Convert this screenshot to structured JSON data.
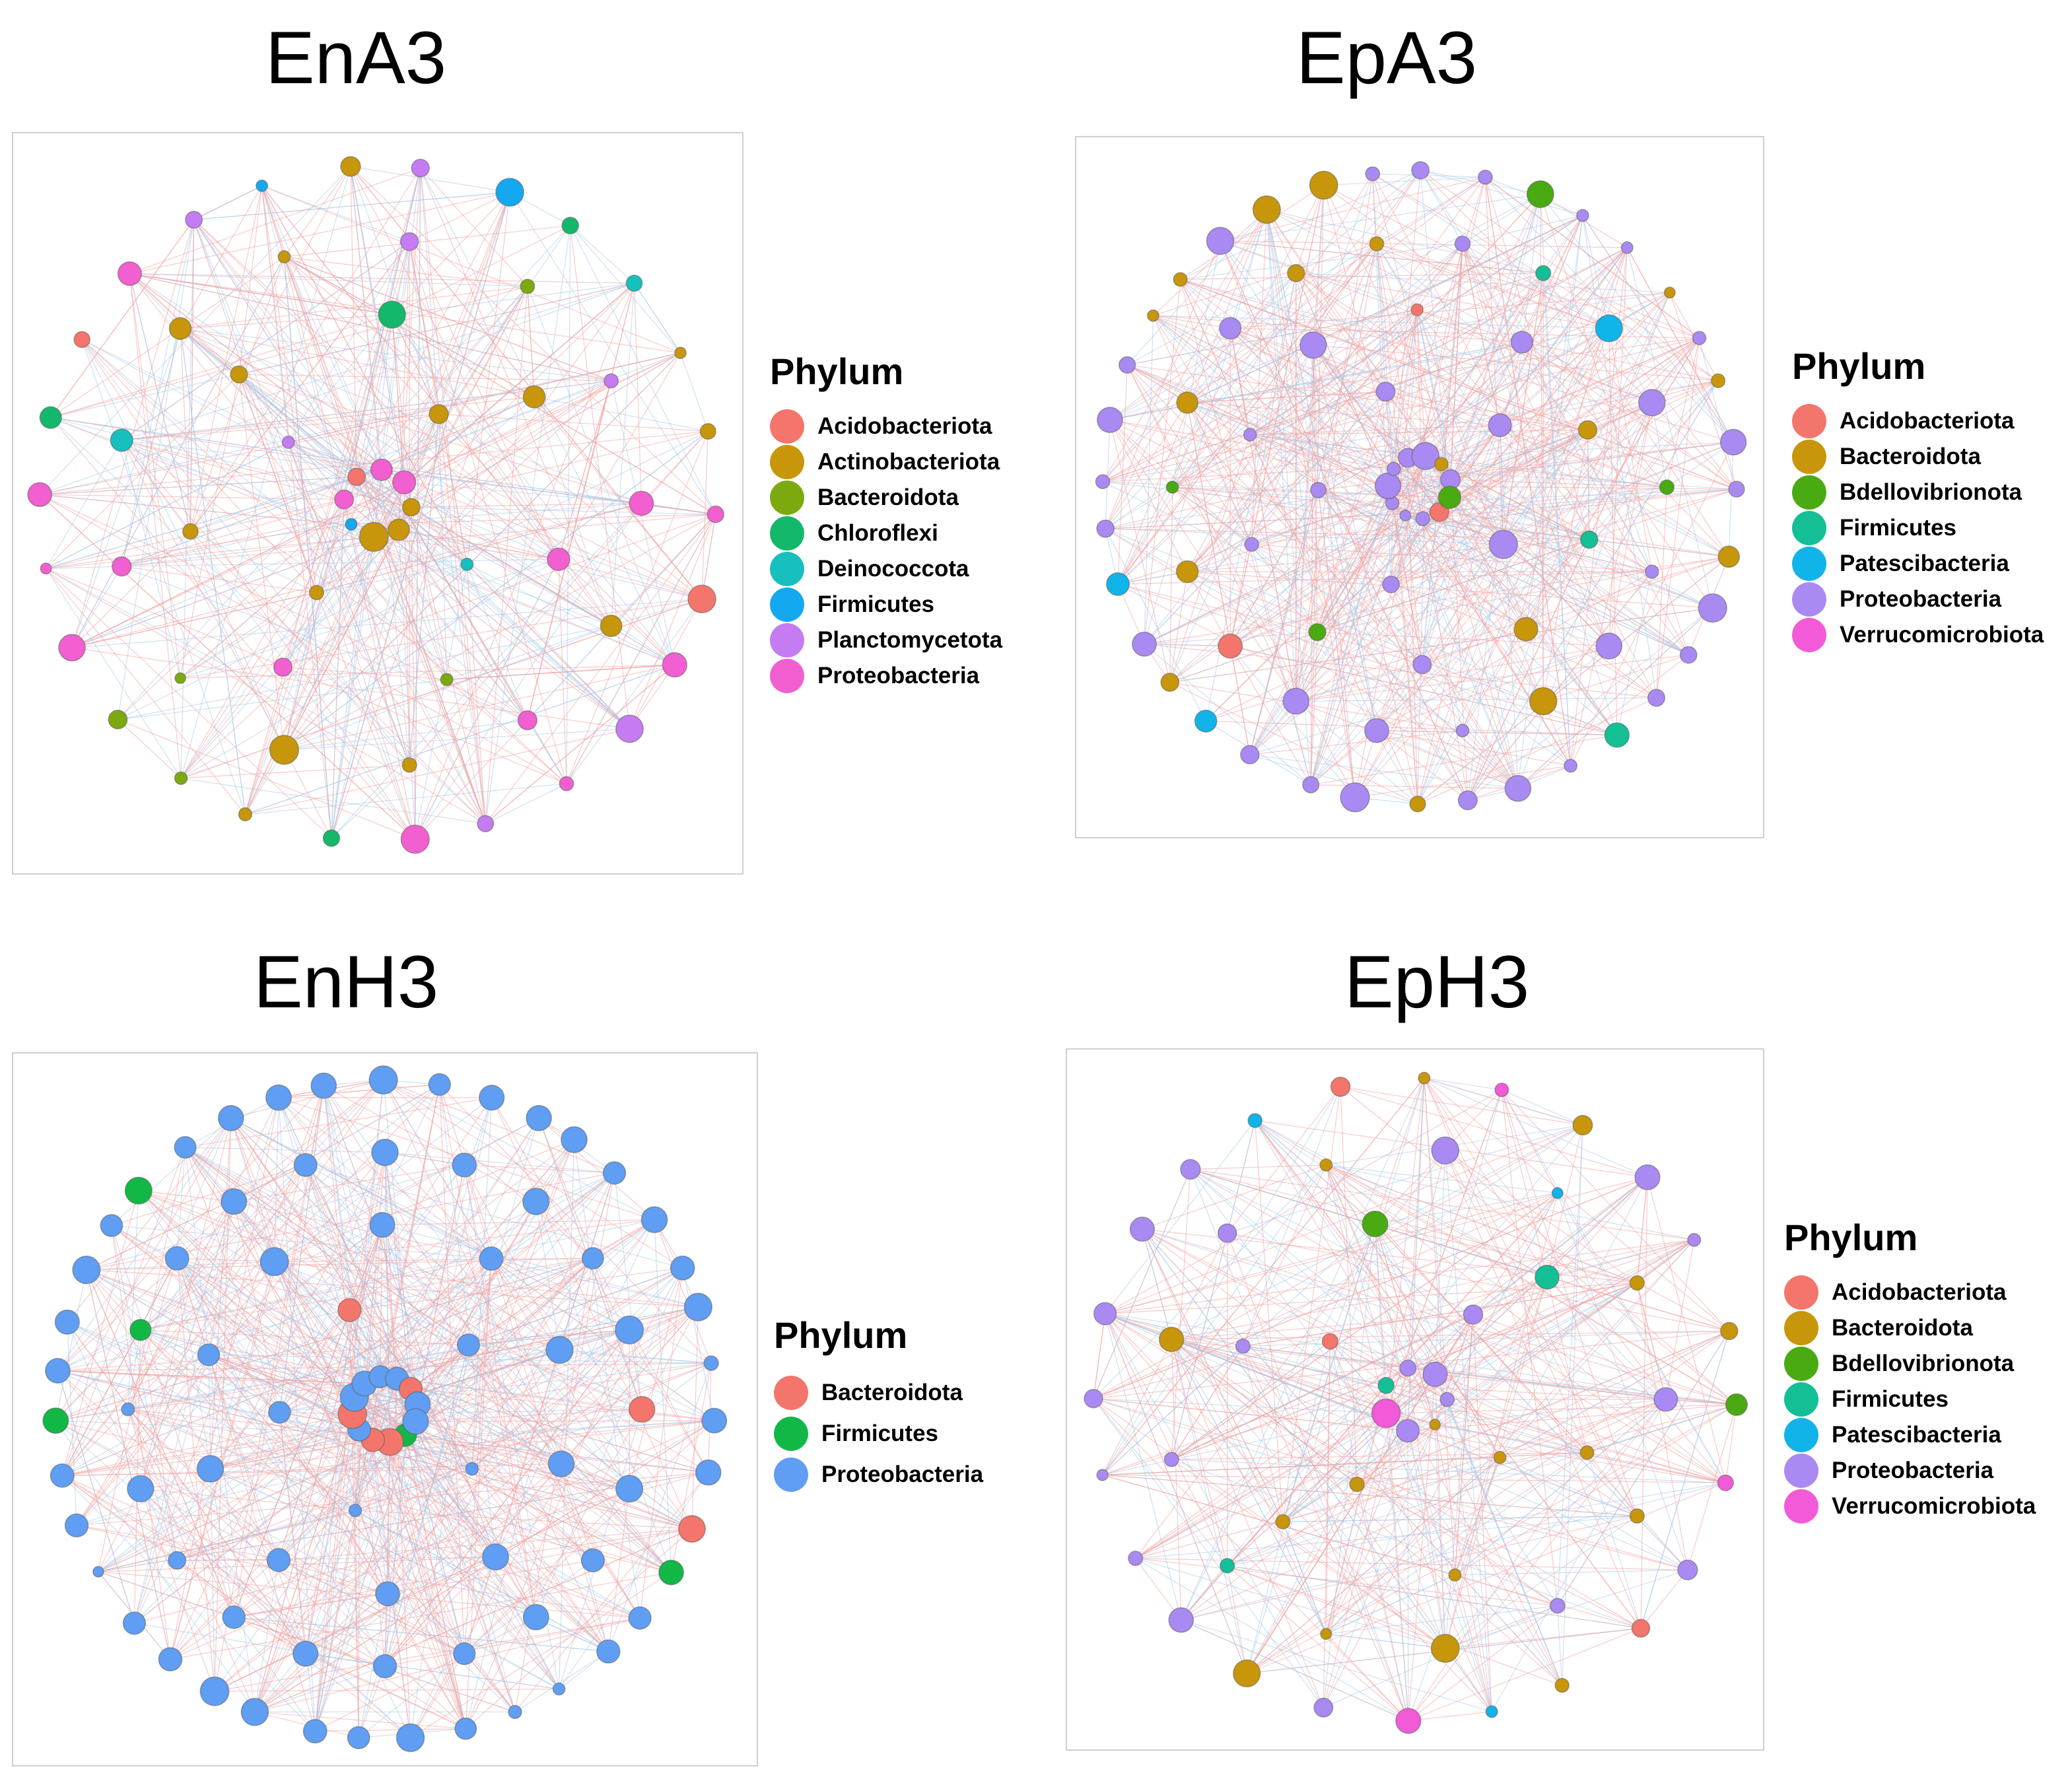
{
  "panels": [
    {
      "title": "EnA3",
      "legend_title": "Phylum",
      "legend": [
        {
          "label": "Acidobacteriota",
          "color": "#f4756b"
        },
        {
          "label": "Actinobacteriota",
          "color": "#c7960a"
        },
        {
          "label": "Bacteroidota",
          "color": "#7caa0e"
        },
        {
          "label": "Chloroflexi",
          "color": "#14b86a"
        },
        {
          "label": "Deinococcota",
          "color": "#18bfbf"
        },
        {
          "label": "Firmicutes",
          "color": "#14a8f0"
        },
        {
          "label": "Planctomycetota",
          "color": "#c57cf2"
        },
        {
          "label": "Proteobacteria",
          "color": "#f25fd0"
        }
      ],
      "edge_colors": [
        "#f2a0a0",
        "#a8c8e8"
      ]
    },
    {
      "title": "EpA3",
      "legend_title": "Phylum",
      "legend": [
        {
          "label": "Acidobacteriota",
          "color": "#f4756b"
        },
        {
          "label": "Bacteroidota",
          "color": "#c7960a"
        },
        {
          "label": "Bdellovibrionota",
          "color": "#4aaa12"
        },
        {
          "label": "Firmicutes",
          "color": "#14bf96"
        },
        {
          "label": "Patescibacteria",
          "color": "#10b4e8"
        },
        {
          "label": "Proteobacteria",
          "color": "#a98af2"
        },
        {
          "label": "Verrucomicrobiota",
          "color": "#f25ad8"
        }
      ],
      "edge_colors": [
        "#f2a0a0",
        "#a8c8e8"
      ]
    },
    {
      "title": "EnH3",
      "legend_title": "Phylum",
      "legend": [
        {
          "label": "Bacteroidota",
          "color": "#f4756b"
        },
        {
          "label": "Firmicutes",
          "color": "#12b846"
        },
        {
          "label": "Proteobacteria",
          "color": "#5f9ef2"
        }
      ],
      "edge_colors": [
        "#f2a0a0",
        "#a8c8e8"
      ]
    },
    {
      "title": "EpH3",
      "legend_title": "Phylum",
      "legend": [
        {
          "label": "Acidobacteriota",
          "color": "#f4756b"
        },
        {
          "label": "Bacteroidota",
          "color": "#c7960a"
        },
        {
          "label": "Bdellovibrionota",
          "color": "#4aaa12"
        },
        {
          "label": "Firmicutes",
          "color": "#14bf96"
        },
        {
          "label": "Patescibacteria",
          "color": "#10b4e8"
        },
        {
          "label": "Proteobacteria",
          "color": "#a98af2"
        },
        {
          "label": "Verrucomicrobiota",
          "color": "#f25ad8"
        }
      ],
      "edge_colors": [
        "#f2a0a0",
        "#a8c8e8"
      ]
    }
  ]
}
